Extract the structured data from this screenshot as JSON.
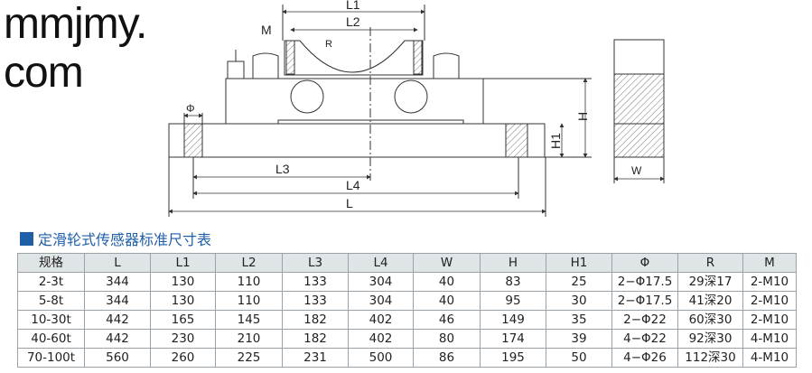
{
  "drawing": {
    "labels": {
      "L1": "L1",
      "L2": "L2",
      "M": "M",
      "R": "R",
      "phi": "Φ",
      "H": "H",
      "H1": "H1",
      "L3": "L3",
      "L4": "L4",
      "L": "L",
      "W": "W"
    }
  },
  "title": "定滑轮式传感器标准尺寸表",
  "table": {
    "headers": [
      "规格",
      "L",
      "L1",
      "L2",
      "L3",
      "L4",
      "W",
      "H",
      "H1",
      "Φ",
      "R",
      "M"
    ],
    "rows": [
      [
        "2-3t",
        "344",
        "130",
        "110",
        "133",
        "304",
        "40",
        "83",
        "25",
        "2−Φ17.5",
        "29深17",
        "2-M10"
      ],
      [
        "5-8t",
        "344",
        "130",
        "110",
        "133",
        "304",
        "40",
        "95",
        "30",
        "2−Φ17.5",
        "41深20",
        "2-M10"
      ],
      [
        "10-30t",
        "442",
        "165",
        "145",
        "182",
        "402",
        "46",
        "149",
        "35",
        "2−Φ22",
        "60深30",
        "2-M10"
      ],
      [
        "40-60t",
        "442",
        "230",
        "210",
        "182",
        "402",
        "80",
        "174",
        "39",
        "4−Φ22",
        "92深30",
        "4-M10"
      ],
      [
        "70-100t",
        "560",
        "260",
        "225",
        "231",
        "500",
        "86",
        "195",
        "50",
        "4−Φ26",
        "112深30",
        "4-M10"
      ]
    ]
  },
  "watermark": "mmjmy.com",
  "colors": {
    "accent": "#1f5fa8",
    "header_bg": "#dfe4e7"
  }
}
